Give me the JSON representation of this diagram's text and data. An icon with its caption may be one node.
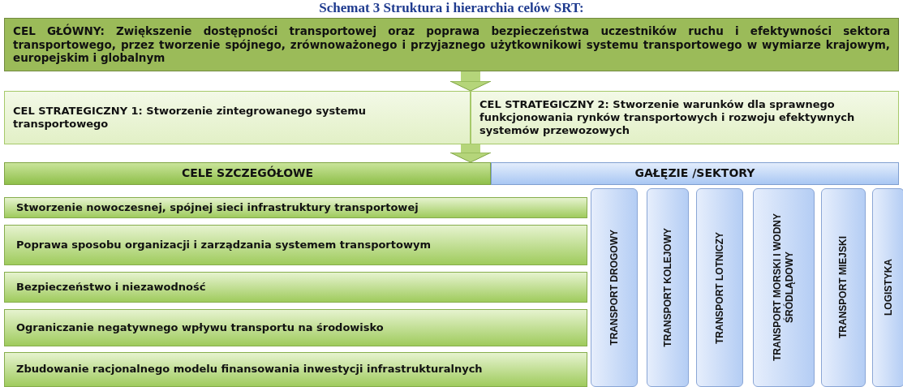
{
  "diagram": {
    "title": "Schemat 3 Struktura i hierarchia celów SRT:",
    "nodes": [
      {
        "text": [
          "CEL GŁÓWNY: Zwiększenie dostępności transportowej oraz poprawa bezpieczeństwa uczestników ruchu i efektywności sektora transportowego, przez tworzenie spójnego, zrównoważonego i przyjaznego użytkownikowi systemu transportowego w wymiarze krajowym, europejskim i globalnym"
        ]
      },
      {
        "text": [
          "CEL STRATEGICZNY 1: Stworzenie zintegrowanego systemu transportowego"
        ]
      },
      {
        "text": [
          "CEL STRATEGICZNY 2: Stworzenie warunków dla sprawnego funkcjonowania rynków transportowych i rozwoju efektywnych systemów przewozowych"
        ]
      },
      {
        "text": [
          "CELE SZCZEGÓŁOWE"
        ]
      },
      {
        "text": [
          "GAŁĘZIE /SEKTORY"
        ]
      },
      {
        "text": [
          "Stworzenie nowoczesnej, spójnej sieci infrastruktury transportowej"
        ]
      },
      {
        "text": [
          "Poprawa sposobu organizacji i zarządzania systemem transportowym"
        ]
      },
      {
        "text": [
          "Bezpieczeństwo i niezawodność"
        ]
      },
      {
        "text": [
          "Ograniczanie negatywnego wpływu transportu na środowisko"
        ]
      },
      {
        "text": [
          "Zbudowanie racjonalnego modelu finansowania inwestycji infrastrukturalnych"
        ]
      },
      {
        "text": [
          "TRANSPORT DROGOWY"
        ]
      },
      {
        "text": [
          "TRANSPORT KOLEJOWY"
        ]
      },
      {
        "text": [
          "TRANSPORT LOTNICZY"
        ]
      },
      {
        "text": [
          "TRANSPORT MORSKI I WODNY ŚRÓDLĄDOWY"
        ]
      },
      {
        "text": [
          "TRANSPORT MIEJSKI"
        ]
      },
      {
        "text": [
          "LOGISTYKA"
        ]
      }
    ],
    "edges": [
      {
        "from": 0,
        "to": 1,
        "arrow": "to"
      },
      {
        "from": 0,
        "to": 2,
        "arrow": "to"
      },
      {
        "from": 1,
        "to": 3,
        "arrow": "to"
      },
      {
        "from": 2,
        "to": 3,
        "arrow": "to"
      }
    ]
  }
}
